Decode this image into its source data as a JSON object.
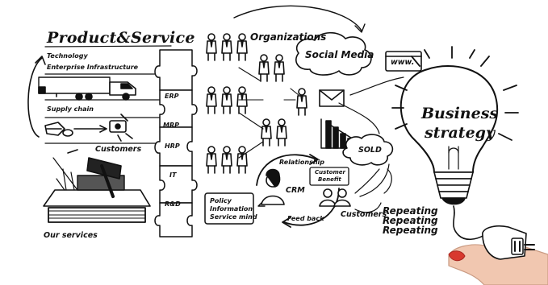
{
  "product_service": {
    "title": "Product&Service",
    "technology": "Technology",
    "infrastructure": "Enterprise Infrastructure",
    "supply_chain": "Supply chain",
    "customers": "Customers",
    "our_services": "Our services"
  },
  "puzzle_labels": [
    "ERP",
    "MRP",
    "HRP",
    "IT",
    "R&D"
  ],
  "organizations": {
    "title": "Organizations"
  },
  "social_media": {
    "label": "Social Media",
    "www": "www."
  },
  "sold": {
    "label": "SOLD"
  },
  "crm": {
    "center": "CRM",
    "relationship": "Relationship",
    "customer_benefit_line1": "Customer",
    "customer_benefit_line2": "Benefit",
    "policy": "Policy",
    "information": "Information",
    "service_mind": "Service mind",
    "feedback": "Feed back",
    "customers": "Customers"
  },
  "repeating": [
    "Repeating",
    "Repeating",
    "Repeating"
  ],
  "strategy": {
    "line1": "Business",
    "line2": "strategy"
  },
  "icons": [
    "truck-icon",
    "gavel-icon",
    "people-icon",
    "envelope-icon",
    "bar-chart-icon",
    "lightbulb-icon",
    "hand-icon",
    "plug-icon",
    "cloud-icon",
    "puzzle-icon"
  ],
  "colors": {
    "ink": "#111111",
    "paper": "#ffffff",
    "nail": "#d8392e",
    "skin": "#f1c7b0"
  }
}
